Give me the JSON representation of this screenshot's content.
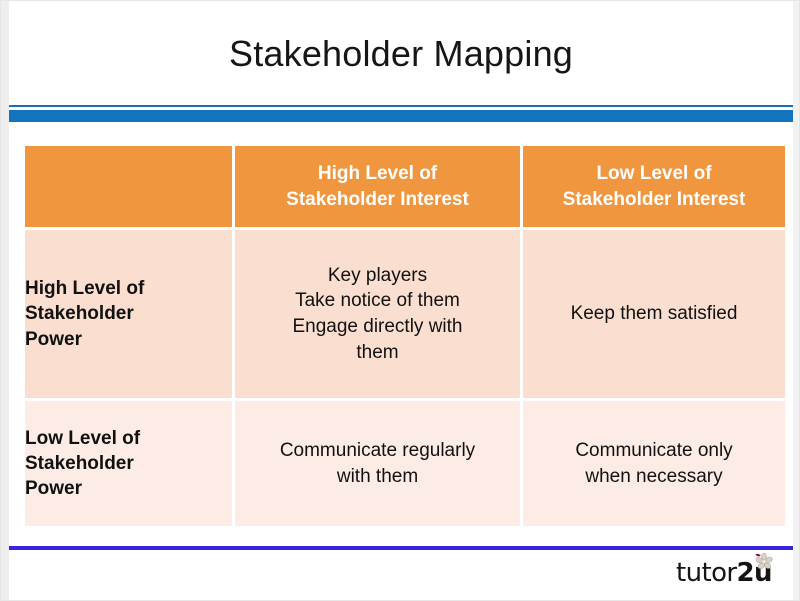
{
  "slide": {
    "title": "Stakeholder Mapping",
    "accent_blue_thick": "#1274bd",
    "accent_blue_thin": "#1b6eb4",
    "accent_bottom_rule": "#3823e0",
    "header_orange": "#f0963f",
    "cell_peach_dark": "#fadfd1",
    "cell_peach_light": "#fcece5"
  },
  "matrix": {
    "corner_label": "",
    "column_headers": [
      "High Level of\nStakeholder Interest",
      "Low Level of\nStakeholder Interest"
    ],
    "column_headers_lines": {
      "col1_line1": "High Level of",
      "col1_line2": "Stakeholder Interest",
      "col2_line1": "Low Level of",
      "col2_line2": "Stakeholder Interest"
    },
    "rows": [
      {
        "label_lines": {
          "line1": "High Level of",
          "line2": "Stakeholder",
          "line3": "Power"
        },
        "cells": [
          {
            "lines": {
              "line1": "Key players",
              "line2": "Take notice of them",
              "line3": "Engage directly with",
              "line4": "them"
            }
          },
          {
            "lines": {
              "line1": "Keep them satisfied"
            }
          }
        ]
      },
      {
        "label_lines": {
          "line1": "Low Level of",
          "line2": "Stakeholder",
          "line3": "Power"
        },
        "cells": [
          {
            "lines": {
              "line1": "Communicate regularly",
              "line2": "with them"
            }
          },
          {
            "lines": {
              "line1": "Communicate only",
              "line2": "when necessary"
            }
          }
        ]
      }
    ]
  },
  "footer": {
    "logo_text_main": "tutor",
    "logo_text_num": "2u",
    "logo_flower_color": "#d8d2c8",
    "logo_flower_accent": "#8c1030"
  }
}
